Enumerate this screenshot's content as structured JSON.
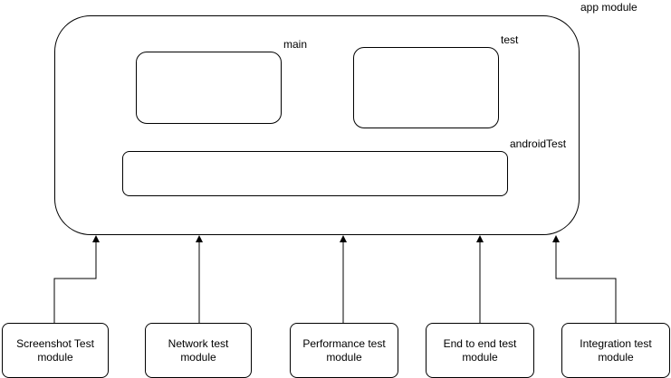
{
  "diagram": {
    "app_module": {
      "label": "app module"
    },
    "source_sets": {
      "main": "main",
      "test": "test",
      "android_test": "androidTest"
    },
    "modules": [
      {
        "label": "Screenshot Test module"
      },
      {
        "label": "Network test module"
      },
      {
        "label": "Performance test module"
      },
      {
        "label": "End to end test module"
      },
      {
        "label": "Integration test module"
      }
    ]
  }
}
